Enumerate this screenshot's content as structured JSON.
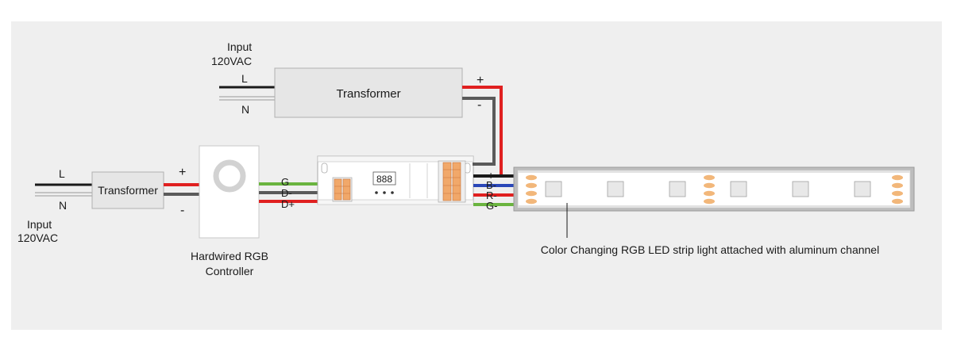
{
  "input_top": {
    "line1": "Input",
    "line2": "120VAC",
    "live": "L",
    "neutral": "N"
  },
  "transformer_top": {
    "label": "Transformer",
    "plus": "+",
    "minus": "-"
  },
  "input_left": {
    "line1": "Input",
    "line2": "120VAC",
    "live": "L",
    "neutral": "N"
  },
  "transformer_left": {
    "label": "Transformer",
    "plus": "+",
    "minus": "-"
  },
  "controller": {
    "line1": "Hardwired RGB",
    "line2": "Controller"
  },
  "controller_terminals": {
    "g": "G",
    "d_minus": "D-",
    "d_plus": "D+"
  },
  "decoder": {
    "display": "888"
  },
  "output_terminals": {
    "plus": "+",
    "b": "B-",
    "r": "R-",
    "g": "G-"
  },
  "strip": {
    "caption": "Color Changing RGB LED strip light attached with aluminum channel"
  },
  "colors": {
    "red": "#e02020",
    "black": "#1a1a1a",
    "gray": "#5a5a5a",
    "green": "#6ab43f",
    "blue": "#2a47b8",
    "led_amber": "#f2b77a"
  }
}
